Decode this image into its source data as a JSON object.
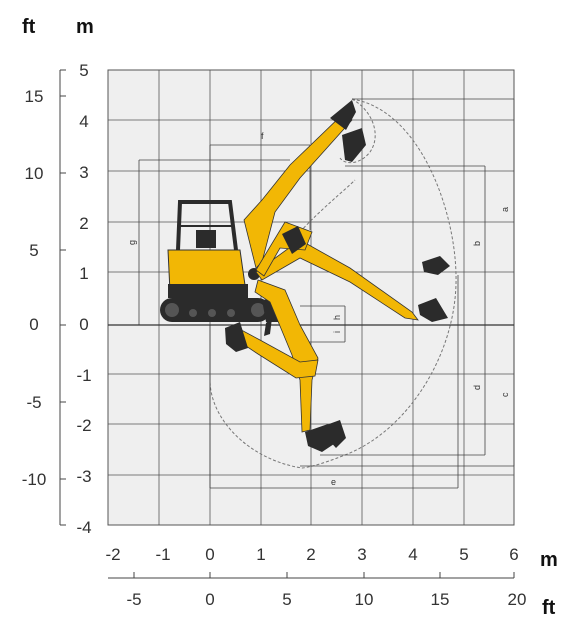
{
  "units": {
    "left_ft": "ft",
    "left_m": "m",
    "bottom_m": "m",
    "bottom_ft": "ft"
  },
  "axes": {
    "m_y_ticks": [
      "5",
      "4",
      "3",
      "2",
      "1",
      "0",
      "-1",
      "-2",
      "-3",
      "-4"
    ],
    "ft_y_ticks": [
      "15",
      "10",
      "5",
      "0",
      "-5",
      "-10"
    ],
    "m_x_ticks": [
      "-2",
      "-1",
      "0",
      "1",
      "2",
      "3",
      "4",
      "5",
      "6"
    ],
    "ft_x_ticks": [
      "-5",
      "0",
      "5",
      "10",
      "15",
      "20"
    ]
  },
  "dimensions": {
    "a": "a",
    "b": "b",
    "c": "c",
    "d": "d",
    "e": "e",
    "f": "f",
    "g": "g",
    "h": "h",
    "i": "i"
  },
  "colors": {
    "grid_bg": "#efefef",
    "grid_line": "#555555",
    "machine_yellow": "#f2b705",
    "machine_dark": "#2b2b2b",
    "envelope": "#777777"
  }
}
